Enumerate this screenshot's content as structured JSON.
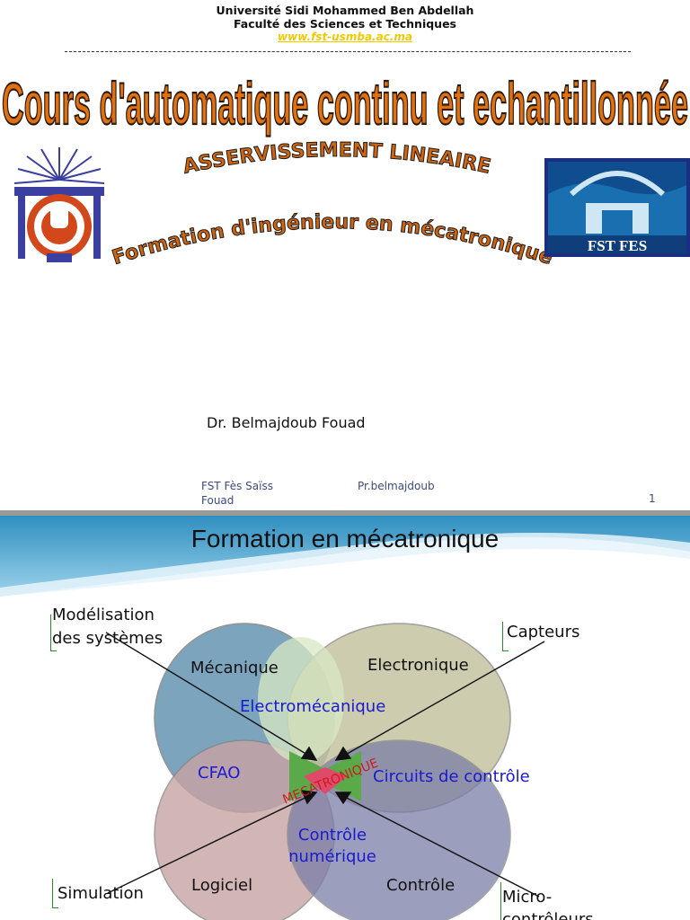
{
  "slide1": {
    "university": "Université Sidi Mohammed Ben Abdellah",
    "faculty": "Faculté des Sciences et Techniques",
    "website": "www.fst-usmba.ac.ma",
    "course_title": "Cours d'automatique continu et echantillonnée",
    "subtitle": "ASSERVISSEMENT LINEAIRE",
    "program": "Formation d'ingénieur en mécatronique",
    "logo_right_text": "FST FES",
    "author": "Dr. Belmajdoub Fouad",
    "footer_left_1": "FST Fès Saïss",
    "footer_left_2": "Fouad",
    "footer_center": "Pr.belmajdoub",
    "page_number": "1"
  },
  "slide2": {
    "title": "Formation en mécatronique",
    "circles": {
      "mecanique": "Mécanique",
      "electronique": "Electronique",
      "logiciel": "Logiciel",
      "controle": "Contrôle"
    },
    "overlaps": {
      "electromecanique": "Electromécanique",
      "cfao": "CFAO",
      "circuits": "Circuits de contrôle",
      "numerique_1": "Contrôle",
      "numerique_2": "numérique",
      "center": "MECATRONIQUE"
    },
    "outer": {
      "modelisation_1": "Modélisation",
      "modelisation_2": "des systèmes",
      "capteurs": "Capteurs",
      "simulation": "Simulation",
      "micro_1": "Micro-",
      "micro_2": "contrôleurs"
    },
    "colors": {
      "mecanique": "#6f9bb6",
      "electronique": "#c3c09a",
      "logiciel": "#c8a3a3",
      "controle": "#7a7ea8",
      "center_text": "#cc1c1c",
      "wave": "#2f8fc0",
      "title_orange": "#e06010"
    }
  }
}
